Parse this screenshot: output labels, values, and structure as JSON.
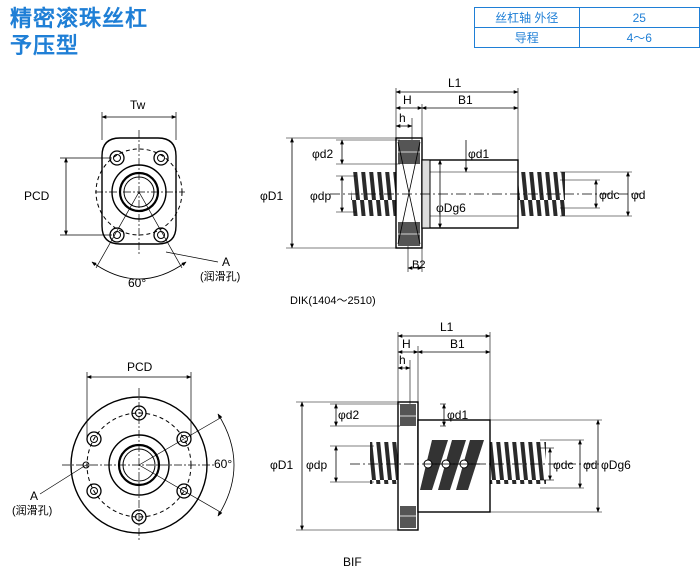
{
  "title": {
    "line1": "精密滚珠丝杠",
    "line2": "予压型"
  },
  "spec_table": {
    "rows": [
      {
        "label": "丝杠轴 外径",
        "value": "25"
      },
      {
        "label": "导程",
        "value": "4～6"
      }
    ]
  },
  "top_front": {
    "tw": "Tw",
    "pcd": "PCD",
    "angle": "60°",
    "hole_letter": "A",
    "hole_name": "(润滑孔)"
  },
  "top_side": {
    "l1": "L1",
    "h": "H",
    "b1": "B1",
    "h_small": "h",
    "b2": "B2",
    "d2": "φd2",
    "d1": "φd1",
    "D1": "φD1",
    "dp": "φdp",
    "Dg6": "φDg6",
    "dc": "φdc",
    "d": "φd"
  },
  "top_caption": "DIK(1404～2510)",
  "bottom_front": {
    "pcd": "PCD",
    "angle": "60°",
    "hole_letter": "A",
    "hole_name": "(润滑孔)"
  },
  "bottom_side": {
    "l1": "L1",
    "h": "H",
    "b1": "B1",
    "h_small": "h",
    "d2": "φd2",
    "d1": "φd1",
    "D1": "φD1",
    "dp": "φdp",
    "dc": "φdc",
    "d": "φd",
    "Dg6": "φDg6"
  },
  "bottom_caption": "BIF",
  "colors": {
    "accent": "#1f7fd6",
    "line": "#000000",
    "fill": "#333333"
  }
}
